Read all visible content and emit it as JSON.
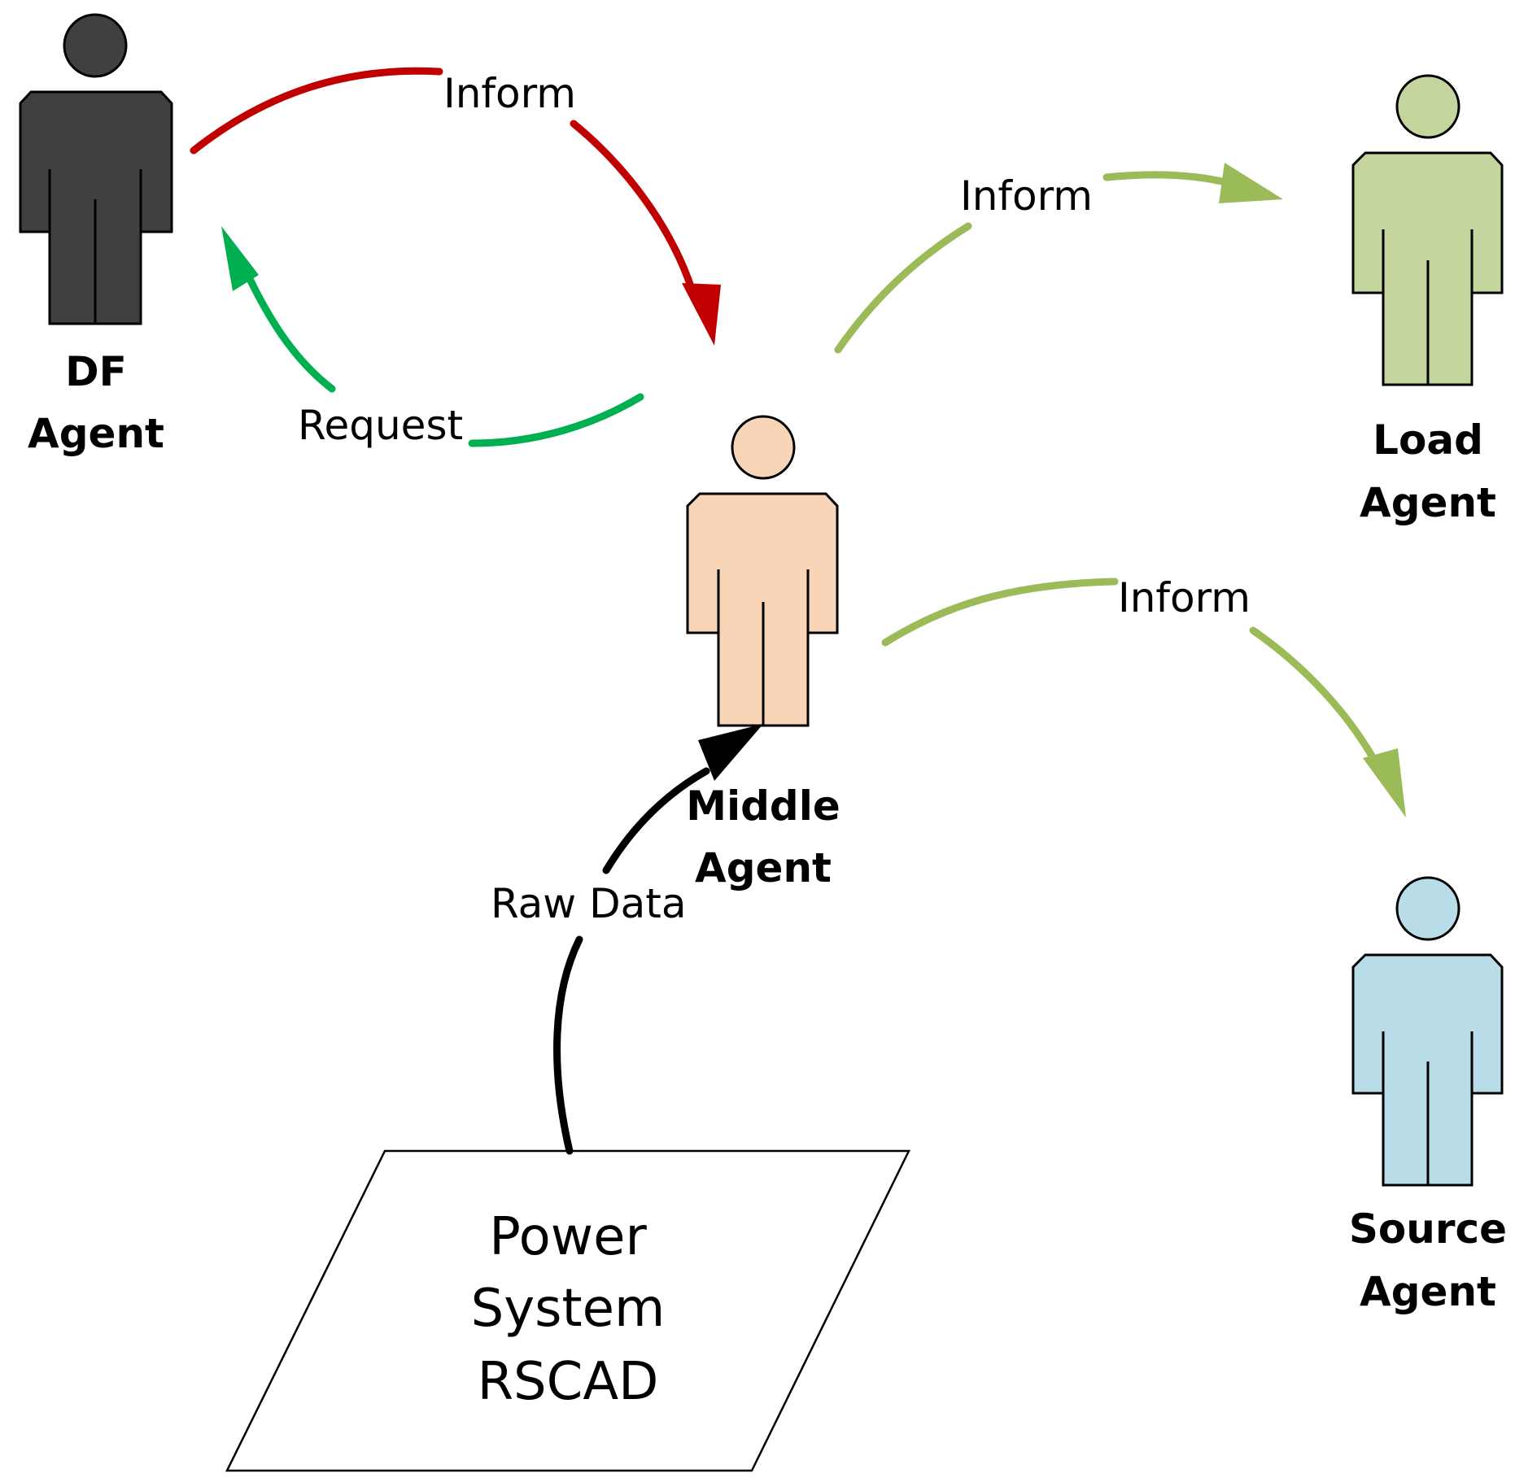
{
  "agents": {
    "df": {
      "line1": "DF",
      "line2": "Agent",
      "color": "#404040"
    },
    "middle": {
      "line1": "Middle",
      "line2": "Agent",
      "color": "#f9d5b8"
    },
    "load": {
      "line1": "Load",
      "line2": "Agent",
      "color": "#c4d59e"
    },
    "source": {
      "line1": "Source",
      "line2": "Agent",
      "color": "#b9dde8"
    }
  },
  "arrows": {
    "df_to_middle": {
      "label": "Inform",
      "color": "#c00000"
    },
    "middle_to_df": {
      "label": "Request",
      "color": "#00b050"
    },
    "middle_to_load": {
      "label": "Inform",
      "color": "#9bbb59"
    },
    "middle_to_source": {
      "label": "Inform",
      "color": "#9bbb59"
    },
    "power_to_middle": {
      "label": "Raw Data",
      "color": "#000000"
    }
  },
  "power_system": {
    "line1": "Power",
    "line2": "System",
    "line3": "RSCAD"
  }
}
